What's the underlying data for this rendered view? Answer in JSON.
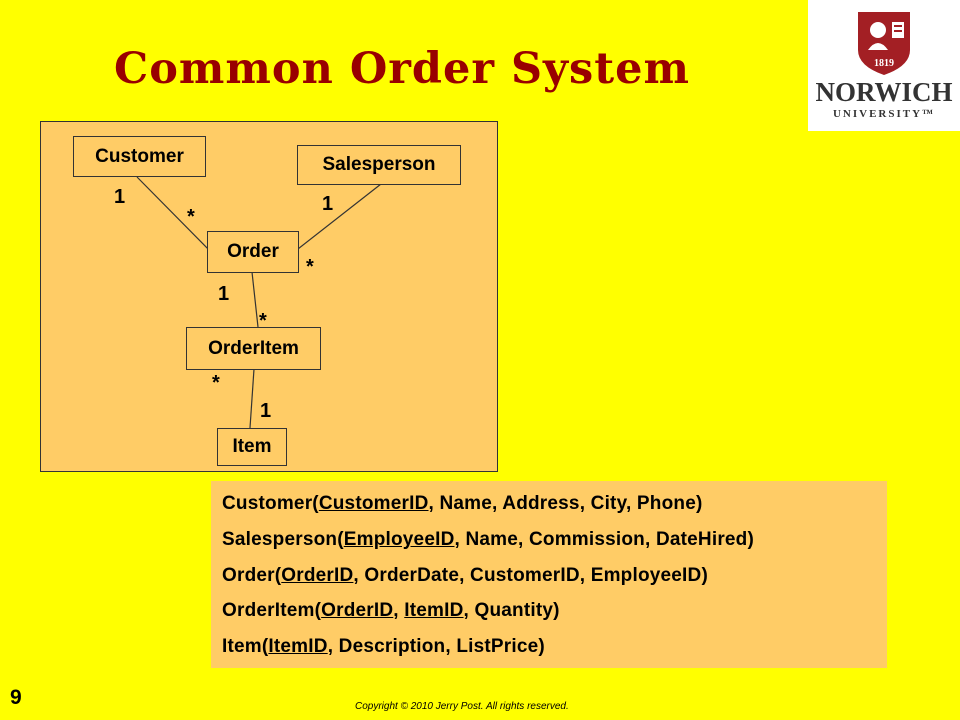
{
  "slide": {
    "title": "Common Order System",
    "number": "9",
    "copyright": "Copyright © 2010 Jerry Post. All rights reserved."
  },
  "logo": {
    "year": "1819",
    "name_line1": "NORWICH",
    "name_line2": "UNIVERSITY™"
  },
  "diagram": {
    "entities": {
      "customer": "Customer",
      "salesperson": "Salesperson",
      "order": "Order",
      "orderitem": "OrderItem",
      "item": "Item"
    },
    "multiplicities": {
      "customer_side": "1",
      "order_from_customer": "*",
      "salesperson_side": "1",
      "order_from_salesperson": "*",
      "order_to_orderitem": "1",
      "orderitem_from_order": "*",
      "orderitem_to_item": "*",
      "item_side": "1"
    }
  },
  "schema": {
    "customer": {
      "name": "Customer",
      "key": "CustomerID",
      "rest": ", Name, Address, City, Phone)"
    },
    "salesperson": {
      "name": "Salesperson",
      "key": "EmployeeID",
      "rest": ", Name, Commission, DateHired)"
    },
    "order": {
      "name": "Order",
      "key": "OrderID",
      "rest": ", OrderDate, CustomerID, EmployeeID)"
    },
    "orderitem": {
      "name": "OrderItem",
      "key1": "OrderID",
      "sep": ", ",
      "key2": "ItemID",
      "rest": ", Quantity)"
    },
    "item": {
      "name": "Item",
      "key": "ItemID",
      "rest": ", Description, ListPrice)"
    }
  },
  "colors": {
    "background": "#ffff00",
    "title": "#990000",
    "box_fill": "#ffcc66",
    "logo_red": "#a31f24"
  }
}
